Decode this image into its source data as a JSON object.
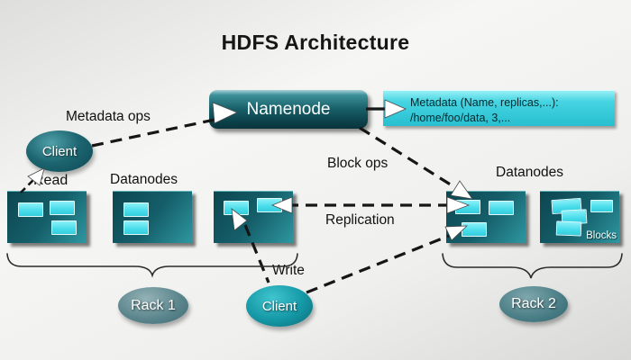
{
  "title": "HDFS Architecture",
  "nodes": {
    "namenode": {
      "label": "Namenode"
    },
    "metadata_note": {
      "line1": "Metadata (Name, replicas,...):",
      "line2": "/home/foo/data, 3,..."
    },
    "client_top": {
      "label": "Client"
    },
    "client_bottom": {
      "label": "Client"
    },
    "rack1": {
      "label": "Rack 1"
    },
    "rack2": {
      "label": "Rack 2"
    },
    "blocks_tag": "Blocks"
  },
  "labels": {
    "metadata_ops": "Metadata ops",
    "block_ops": "Block ops",
    "replication": "Replication",
    "write": "Write",
    "read": "Read",
    "datanodes_left": "Datanodes",
    "datanodes_right": "Datanodes"
  },
  "racks": {
    "rack1_datanode_count": 3,
    "rack2_datanode_count": 2
  },
  "edges": [
    {
      "from": "client-top",
      "to": "namenode",
      "label": "Metadata ops",
      "style": "dashed"
    },
    {
      "from": "namenode",
      "to": "metadata-note",
      "style": "solid"
    },
    {
      "from": "namenode",
      "to": "rack2-datanode-1",
      "label": "Block ops",
      "style": "dashed"
    },
    {
      "from": "rack1-datanode-1",
      "to": "client-top",
      "label": "Read",
      "style": "dashed"
    },
    {
      "from": "rack2-datanode-1",
      "to": "rack1-datanode-3",
      "label": "Replication",
      "style": "dashed",
      "bidirectional": true
    },
    {
      "from": "client-bottom",
      "to": "rack1-datanode-3",
      "label": "Write",
      "style": "dashed"
    },
    {
      "from": "client-bottom",
      "to": "rack2-datanode-1",
      "label": "Write",
      "style": "dashed"
    }
  ],
  "colors": {
    "background": "#ececea",
    "node_teal_dark": "#0c4650",
    "node_teal_light": "#2e97a1",
    "block_cyan": "#46dcea",
    "metadata_cyan": "#27bfd0",
    "line_black": "#161616",
    "text_white": "#ffffff"
  }
}
